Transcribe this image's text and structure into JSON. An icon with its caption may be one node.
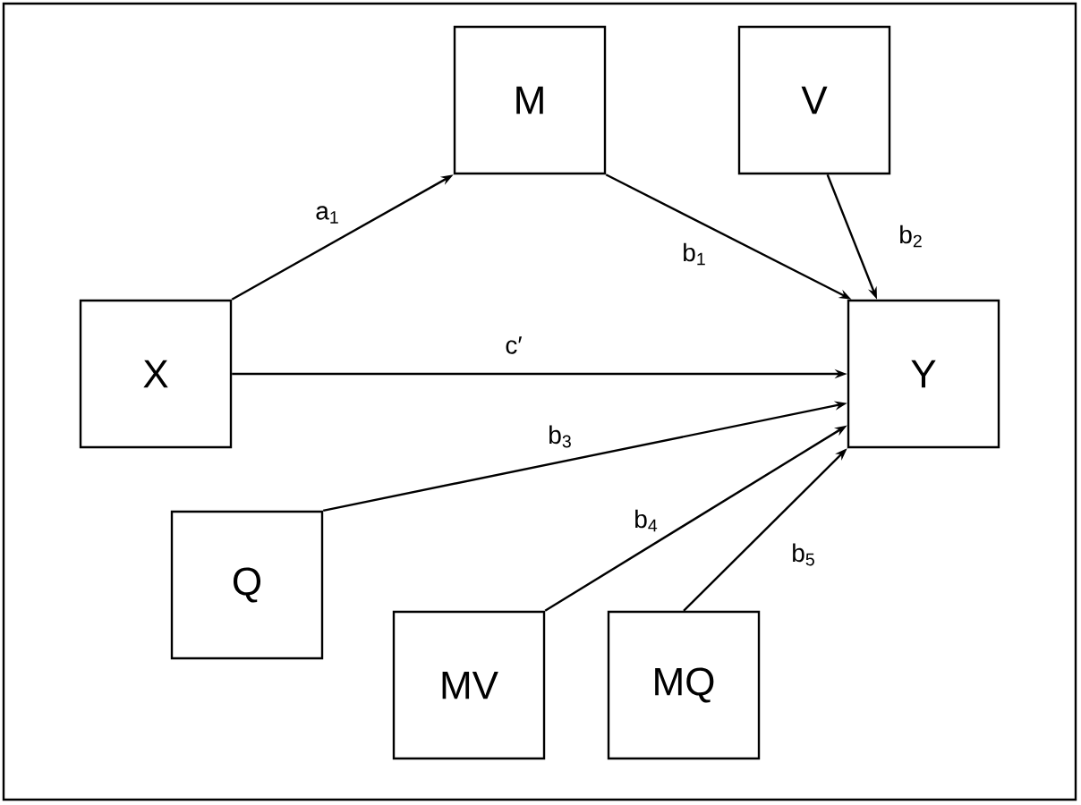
{
  "diagram": {
    "nodes": [
      {
        "text": [
          "M"
        ]
      },
      {
        "text": [
          "V"
        ]
      },
      {
        "text": [
          "X"
        ]
      },
      {
        "text": [
          "Y"
        ]
      },
      {
        "text": [
          "Q"
        ]
      },
      {
        "text": [
          "MV"
        ]
      },
      {
        "text": [
          "MQ"
        ]
      }
    ],
    "edges": [
      {
        "from": 2,
        "to": 0,
        "arrow": "to",
        "label": "a$_{1}$"
      },
      {
        "from": 0,
        "to": 3,
        "arrow": "to",
        "label": "b$_{1}$"
      },
      {
        "from": 1,
        "to": 3,
        "arrow": "to",
        "label": "b$_{2}$"
      },
      {
        "from": 2,
        "to": 3,
        "arrow": "to",
        "label": "c′"
      },
      {
        "from": 4,
        "to": 3,
        "arrow": "to",
        "label": "b$_{3}$"
      },
      {
        "from": 5,
        "to": 3,
        "arrow": "to",
        "label": "b$_{4}$"
      },
      {
        "from": 6,
        "to": 3,
        "arrow": "to",
        "label": "b$_{5}$"
      }
    ]
  }
}
